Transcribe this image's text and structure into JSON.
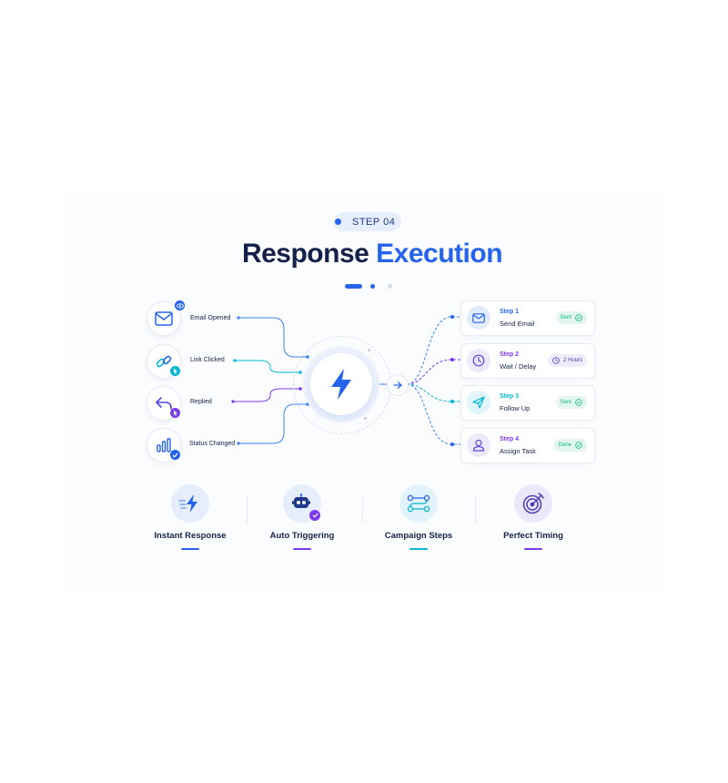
{
  "header": {
    "step_tag": "STEP 04",
    "title_part1": "Response",
    "title_part2": "Execution"
  },
  "colors": {
    "primary": "#2563eb",
    "navy": "#16214a",
    "cyan": "#06b6d4",
    "purple": "#7c3aed",
    "green": "#10b981"
  },
  "triggers": [
    {
      "label": "Email Opened",
      "icon": "mail-icon",
      "badge_icon": "eye-icon"
    },
    {
      "label": "Link Clicked",
      "icon": "link-icon",
      "badge_icon": "cursor-icon"
    },
    {
      "label": "Replied",
      "icon": "reply-icon",
      "badge_icon": "cursor-icon"
    },
    {
      "label": "Status Changed",
      "icon": "bar-chart-icon",
      "badge_icon": "check-icon"
    }
  ],
  "hub": {
    "icon": "lightning-icon"
  },
  "steps": [
    {
      "number": "Step 1",
      "name": "Send Email",
      "badge": "Sent",
      "icon": "mail-icon"
    },
    {
      "number": "Step 2",
      "name": "Wait / Delay",
      "badge": "2 Hours",
      "icon": "clock-icon"
    },
    {
      "number": "Step 3",
      "name": "Follow Up",
      "badge": "Sent",
      "icon": "send-icon"
    },
    {
      "number": "Step 4",
      "name": "Assign Task",
      "badge": "Done",
      "icon": "user-icon"
    }
  ],
  "features": [
    {
      "label": "Instant Response",
      "icon": "lightning-icon"
    },
    {
      "label": "Auto Triggering",
      "icon": "robot-icon"
    },
    {
      "label": "Campaign Steps",
      "icon": "flow-icon"
    },
    {
      "label": "Perfect Timing",
      "icon": "target-icon"
    }
  ]
}
